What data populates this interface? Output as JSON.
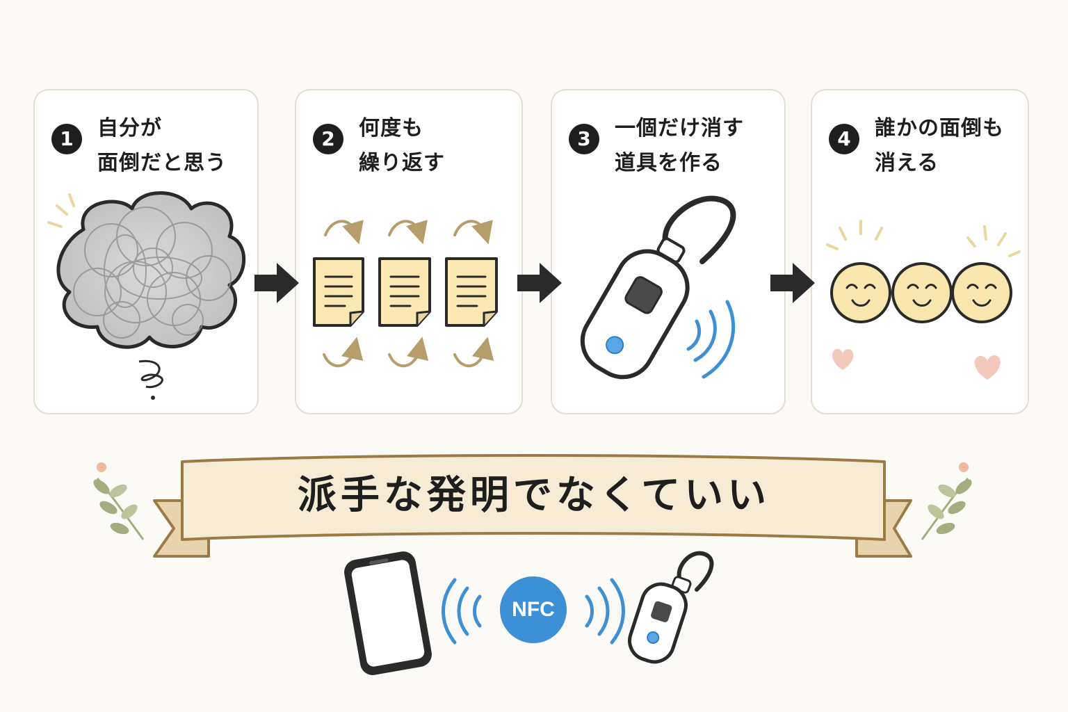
{
  "steps": [
    {
      "number": "1",
      "title": "自分が\n面倒だと思う"
    },
    {
      "number": "2",
      "title": "何度も\n繰り返す"
    },
    {
      "number": "3",
      "title": "一個だけ消す\n道具を作る"
    },
    {
      "number": "4",
      "title": "誰かの面倒も\n消える"
    }
  ],
  "banner": {
    "text": "派手な発明でなくていい"
  },
  "nfc": {
    "label": "NFC"
  },
  "colors": {
    "accent_blue": "#3d8fd6",
    "paper_yellow": "#fbe9b4",
    "face_yellow": "#f7e6ae",
    "arrow_gold": "#b79d6b",
    "banner_fill": "#f6ecd6",
    "banner_stroke": "#9a7b46",
    "heart_pink": "#f3c9bb",
    "leaf_green": "#a4ad7d"
  },
  "icons": [
    "tangle-cloud-icon",
    "document-icon",
    "cycle-arrow-icon",
    "keyfob-tag-icon",
    "nfc-wave-icon",
    "smiley-face-icon",
    "heart-icon",
    "smartphone-icon",
    "sprig-icon",
    "right-arrow-icon"
  ]
}
